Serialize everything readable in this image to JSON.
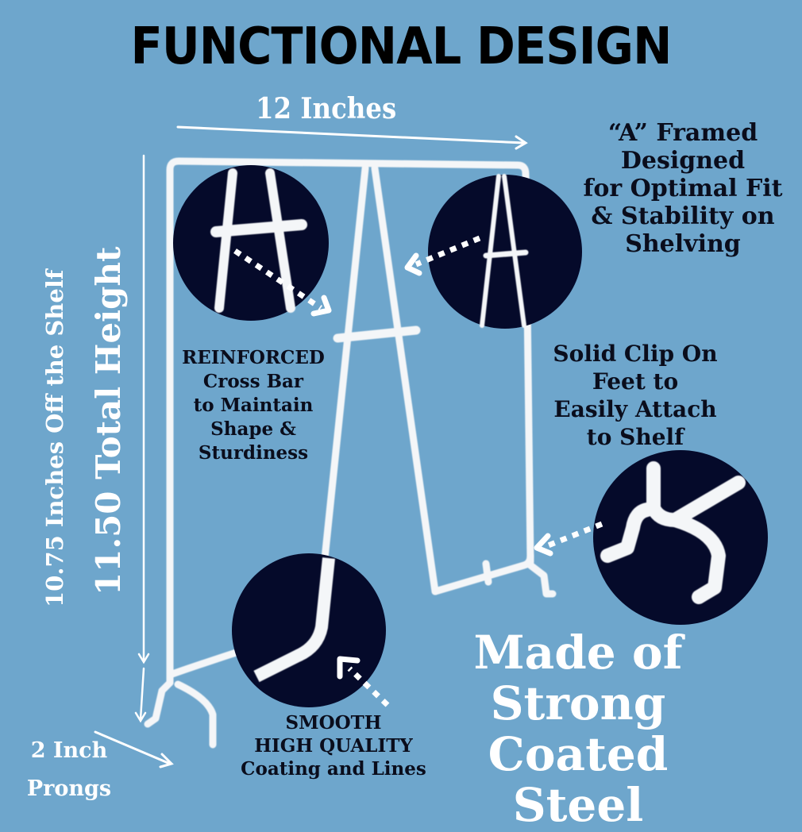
{
  "title": "FUNCTIONAL DESIGN",
  "dimensions": {
    "width_label": "12 Inches",
    "height_off_shelf_label": "10.75 Inches Off the Shelf",
    "total_height_label": "11.50 Total Height",
    "prongs_label_line1": "2 Inch",
    "prongs_label_line2": "Prongs"
  },
  "callouts": {
    "a_frame": {
      "lines": [
        "“A” Framed",
        "Designed",
        "for Optimal Fit",
        "& Stability on",
        "Shelving"
      ]
    },
    "reinforced": {
      "lines": [
        "REINFORCED",
        "Cross Bar",
        "to Maintain",
        "Shape &",
        "Sturdiness"
      ]
    },
    "clip_feet": {
      "lines": [
        "Solid Clip On",
        "Feet to",
        "Easily Attach",
        "to Shelf"
      ]
    },
    "smooth": {
      "lines": [
        "SMOOTH",
        "HIGH QUALITY",
        "Coating and Lines"
      ]
    },
    "material": {
      "lines": [
        "Made of",
        "Strong",
        "Coated Steel"
      ]
    }
  },
  "colors": {
    "background": "#6ea6cc",
    "circle_fill": "#050a2a",
    "wire": "#f4f6f8",
    "text_dark": "#0a0d1c",
    "text_light": "#ffffff"
  }
}
